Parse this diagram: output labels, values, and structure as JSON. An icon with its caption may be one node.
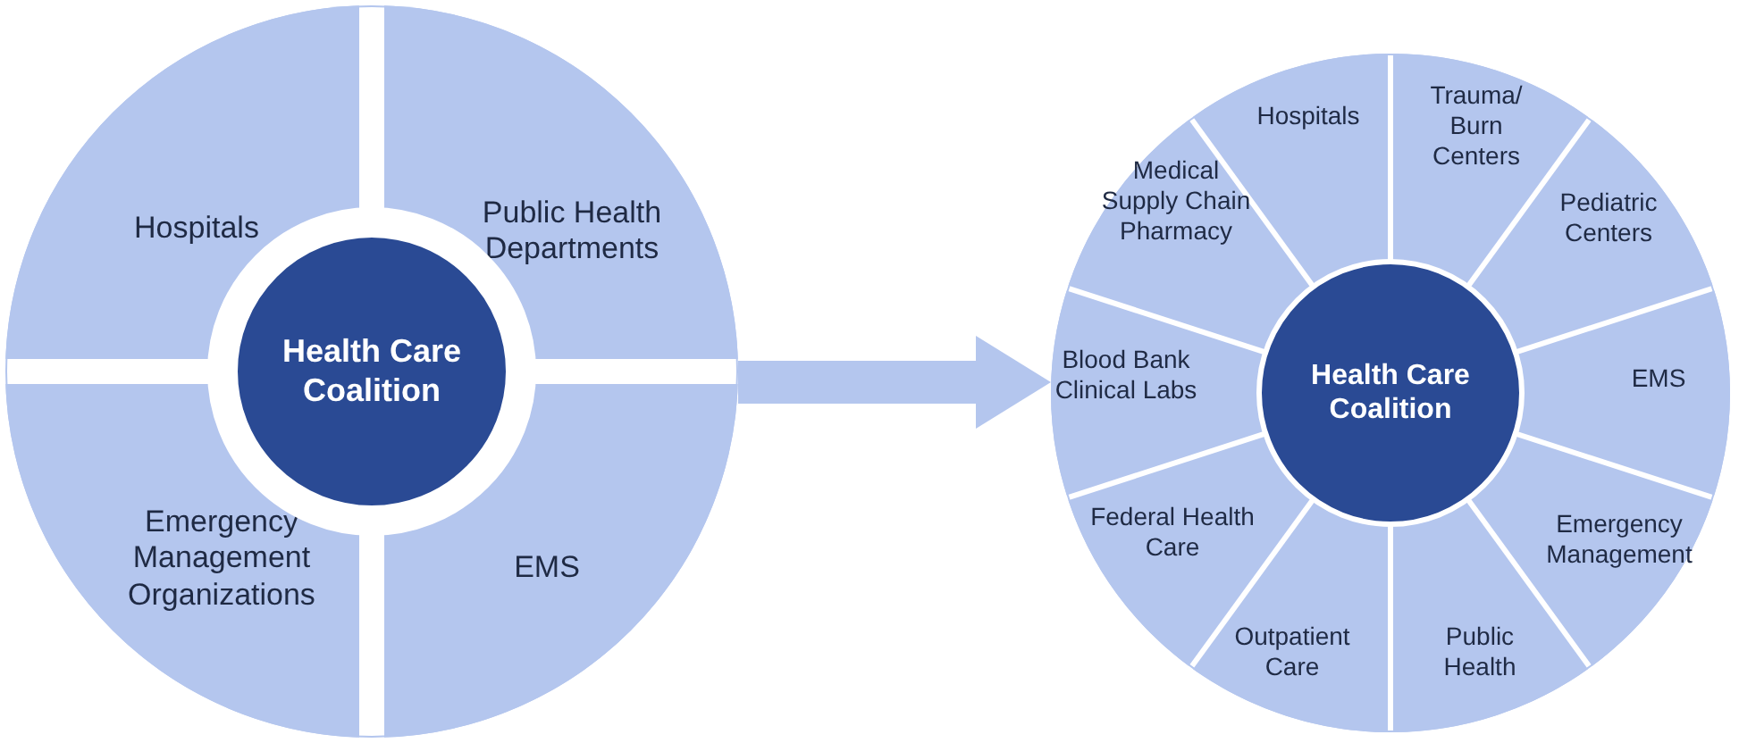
{
  "diagram": {
    "nodes": [
      {
        "text": [],
        "shape": "circle"
      },
      {
        "text": [
          "Health Care Coalition"
        ],
        "in": 0
      },
      {
        "text": [
          "Hospitals"
        ],
        "in": 0
      },
      {
        "text": [
          "Public Health Departments"
        ],
        "in": 0
      },
      {
        "text": [
          "Emergency Management Organizations"
        ],
        "in": 0
      },
      {
        "text": [
          "EMS"
        ],
        "in": 0
      },
      {
        "text": [],
        "shape": "circle"
      },
      {
        "text": [
          "Health Care Coalition"
        ],
        "in": 6
      },
      {
        "text": [
          "Hospitals"
        ],
        "in": 6
      },
      {
        "text": [
          "Trauma/ Burn Centers"
        ],
        "in": 6
      },
      {
        "text": [
          "Pediatric Centers"
        ],
        "in": 6
      },
      {
        "text": [
          "EMS"
        ],
        "in": 6
      },
      {
        "text": [
          "Emergency Management"
        ],
        "in": 6
      },
      {
        "text": [
          "Public Health"
        ],
        "in": 6
      },
      {
        "text": [
          "Outpatient Care"
        ],
        "in": 6
      },
      {
        "text": [
          "Federal Health Care"
        ],
        "in": 6
      },
      {
        "text": [
          "Blood Bank Clinical Labs"
        ],
        "in": 6
      },
      {
        "text": [
          "Medical Supply Chain Pharmacy"
        ],
        "in": 6
      }
    ],
    "edges": [
      {
        "from": 0,
        "to": 6,
        "arrow": "to"
      }
    ]
  }
}
